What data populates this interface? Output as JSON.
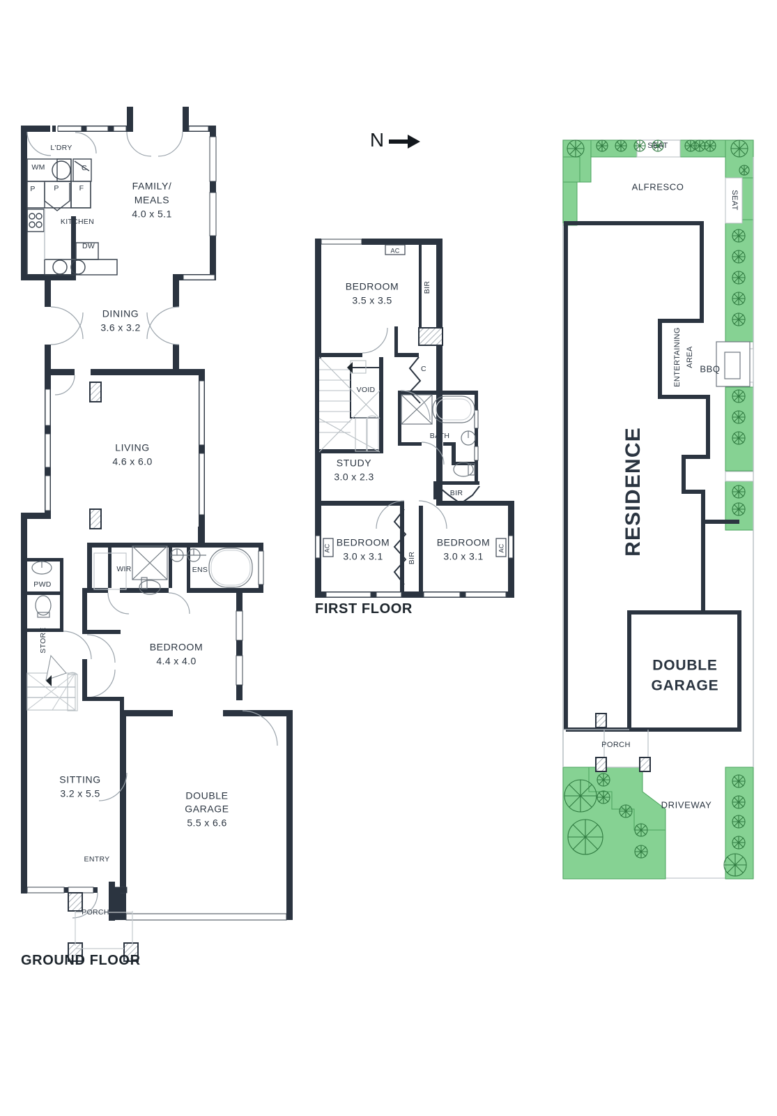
{
  "meta": {
    "document_type": "residential floor plan",
    "north_indicator": "N"
  },
  "colors": {
    "wall": "#2b3440",
    "thin_line": "#3b444f",
    "text": "#2a3440",
    "garden_green": "#86d293",
    "garden_stroke": "#4aa35c",
    "paving": "#ffffff",
    "hatch": "#8a939c"
  },
  "ground_floor": {
    "title": "GROUND FLOOR",
    "rooms": [
      {
        "name": "L'DRY",
        "dim": ""
      },
      {
        "name": "KITCHEN",
        "dim": ""
      },
      {
        "name": "FAMILY/\nMEALS",
        "name_line1": "FAMILY/",
        "name_line2": "MEALS",
        "dim": "4.0 x 5.1"
      },
      {
        "name": "DINING",
        "dim": "3.6 x 3.2"
      },
      {
        "name": "LIVING",
        "dim": "4.6 x 6.0"
      },
      {
        "name": "PWD",
        "dim": ""
      },
      {
        "name": "STORE",
        "dim": ""
      },
      {
        "name": "WIR",
        "dim": ""
      },
      {
        "name": "ENS",
        "dim": ""
      },
      {
        "name": "BEDROOM",
        "dim": "4.4 x 4.0"
      },
      {
        "name": "SITTING",
        "dim": "3.2 x 5.5"
      },
      {
        "name": "ENTRY",
        "dim": ""
      },
      {
        "name": "DOUBLE\nGARAGE",
        "name_line1": "DOUBLE",
        "name_line2": "GARAGE",
        "dim": "5.5 x 6.6"
      },
      {
        "name": "PORCH",
        "dim": ""
      }
    ],
    "fixtures": [
      {
        "label": "WM"
      },
      {
        "label": "C"
      },
      {
        "label": "P"
      },
      {
        "label": "P"
      },
      {
        "label": "F"
      },
      {
        "label": "DW"
      }
    ]
  },
  "first_floor": {
    "title": "FIRST FLOOR",
    "rooms": [
      {
        "name": "BEDROOM",
        "dim": "3.5 x 3.5"
      },
      {
        "name": "VOID",
        "dim": ""
      },
      {
        "name": "STUDY",
        "dim": "3.0 x 2.3"
      },
      {
        "name": "BATH",
        "dim": ""
      },
      {
        "name": "BEDROOM",
        "dim": "3.0 x 3.1"
      },
      {
        "name": "BEDROOM",
        "dim": "3.0 x 3.1"
      }
    ],
    "fixtures": [
      {
        "label": "AC"
      },
      {
        "label": "AC"
      },
      {
        "label": "AC"
      },
      {
        "label": "BIR"
      },
      {
        "label": "BIR"
      },
      {
        "label": "BIR"
      },
      {
        "label": "C"
      }
    ]
  },
  "site_plan": {
    "labels": [
      {
        "name": "SEAT"
      },
      {
        "name": "SEAT"
      },
      {
        "name": "ALFRESCO"
      },
      {
        "name": "ENTERTAINING\nAREA",
        "line1": "ENTERTAINING",
        "line2": "AREA"
      },
      {
        "name": "BBQ"
      },
      {
        "name": "RESIDENCE"
      },
      {
        "name": "DOUBLE\nGARAGE",
        "line1": "DOUBLE",
        "line2": "GARAGE"
      },
      {
        "name": "PORCH"
      },
      {
        "name": "DRIVEWAY"
      }
    ]
  },
  "text": {
    "north": "N",
    "ground_title": "GROUND FLOOR",
    "first_title": "FIRST FLOOR",
    "ldry": "L'DRY",
    "wm": "WM",
    "c": "C",
    "p1": "P",
    "p2": "P",
    "f": "F",
    "dw": "DW",
    "kitchen": "KITCHEN",
    "family1": "FAMILY/",
    "family2": "MEALS",
    "family_dim": "4.0 x 5.1",
    "dining": "DINING",
    "dining_dim": "3.6 x 3.2",
    "living": "LIVING",
    "living_dim": "4.6 x 6.0",
    "pwd": "PWD",
    "store": "STORE",
    "wir": "WIR",
    "ens": "ENS",
    "gf_bedroom": "BEDROOM",
    "gf_bedroom_dim": "4.4 x 4.0",
    "sitting": "SITTING",
    "sitting_dim": "3.2 x 5.5",
    "entry": "ENTRY",
    "gf_garage1": "DOUBLE",
    "gf_garage2": "GARAGE",
    "gf_garage_dim": "5.5 x 6.6",
    "porch": "PORCH",
    "ff_bed1": "BEDROOM",
    "ff_bed1_dim": "3.5 x 3.5",
    "ac1": "AC",
    "bir1": "BIR",
    "c_ff": "C",
    "void": "VOID",
    "study": "STUDY",
    "study_dim": "3.0 x 2.3",
    "bath": "BATH",
    "bir2": "BIR",
    "ff_bed2": "BEDROOM",
    "ff_bed2_dim": "3.0 x 3.1",
    "bir3": "BIR",
    "ac2": "AC",
    "ff_bed3": "BEDROOM",
    "ff_bed3_dim": "3.0 x 3.1",
    "ac3": "AC",
    "seat_top": "SEAT",
    "seat_right": "SEAT",
    "alfresco": "ALFRESCO",
    "ent_area1": "ENTERTAINING",
    "ent_area2": "AREA",
    "bbq": "BBQ",
    "residence": "RESIDENCE",
    "site_garage1": "DOUBLE",
    "site_garage2": "GARAGE",
    "site_porch": "PORCH",
    "driveway": "DRIVEWAY"
  }
}
